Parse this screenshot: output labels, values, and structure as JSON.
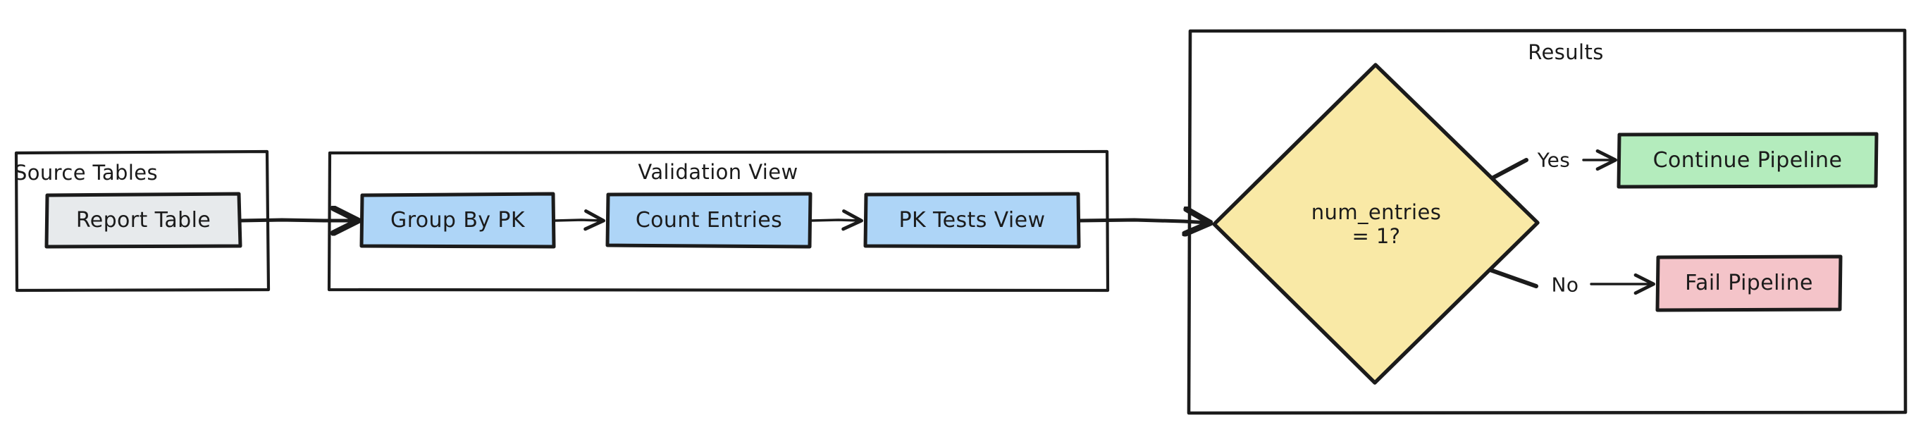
{
  "diagram": {
    "title_visible": false,
    "style": "hand-drawn flowchart",
    "colors": {
      "stroke": "#1b1b1b",
      "canvas": "#ffffff",
      "source_fill": "#e7eaec",
      "process_fill": "#aed5f7",
      "decision_fill": "#f9e9a6",
      "success_fill": "#b4ecbd",
      "failure_fill": "#f4c4c9"
    },
    "groups": [
      {
        "id": "source-tables",
        "label": "Source Tables"
      },
      {
        "id": "validation-view",
        "label": "Validation View"
      },
      {
        "id": "results",
        "label": "Results"
      }
    ],
    "nodes": [
      {
        "id": "report-table",
        "label": "Report Table",
        "shape": "rect",
        "group": "source-tables"
      },
      {
        "id": "group-by-pk",
        "label": "Group By PK",
        "shape": "rect",
        "group": "validation-view"
      },
      {
        "id": "count-entries",
        "label": "Count Entries",
        "shape": "rect",
        "group": "validation-view"
      },
      {
        "id": "pk-tests-view",
        "label": "PK Tests View",
        "shape": "rect",
        "group": "validation-view"
      },
      {
        "id": "num-entries-check",
        "label": "num_entries\n= 1?",
        "shape": "diamond",
        "group": "results"
      },
      {
        "id": "continue-pipeline",
        "label": "Continue Pipeline",
        "shape": "rect",
        "group": "results"
      },
      {
        "id": "fail-pipeline",
        "label": "Fail Pipeline",
        "shape": "rect",
        "group": "results"
      }
    ],
    "edges": [
      {
        "from": "report-table",
        "to": "group-by-pk",
        "label": ""
      },
      {
        "from": "group-by-pk",
        "to": "count-entries",
        "label": ""
      },
      {
        "from": "count-entries",
        "to": "pk-tests-view",
        "label": ""
      },
      {
        "from": "pk-tests-view",
        "to": "num-entries-check",
        "label": ""
      },
      {
        "from": "num-entries-check",
        "to": "continue-pipeline",
        "label": "Yes"
      },
      {
        "from": "num-entries-check",
        "to": "fail-pipeline",
        "label": "No"
      }
    ]
  }
}
